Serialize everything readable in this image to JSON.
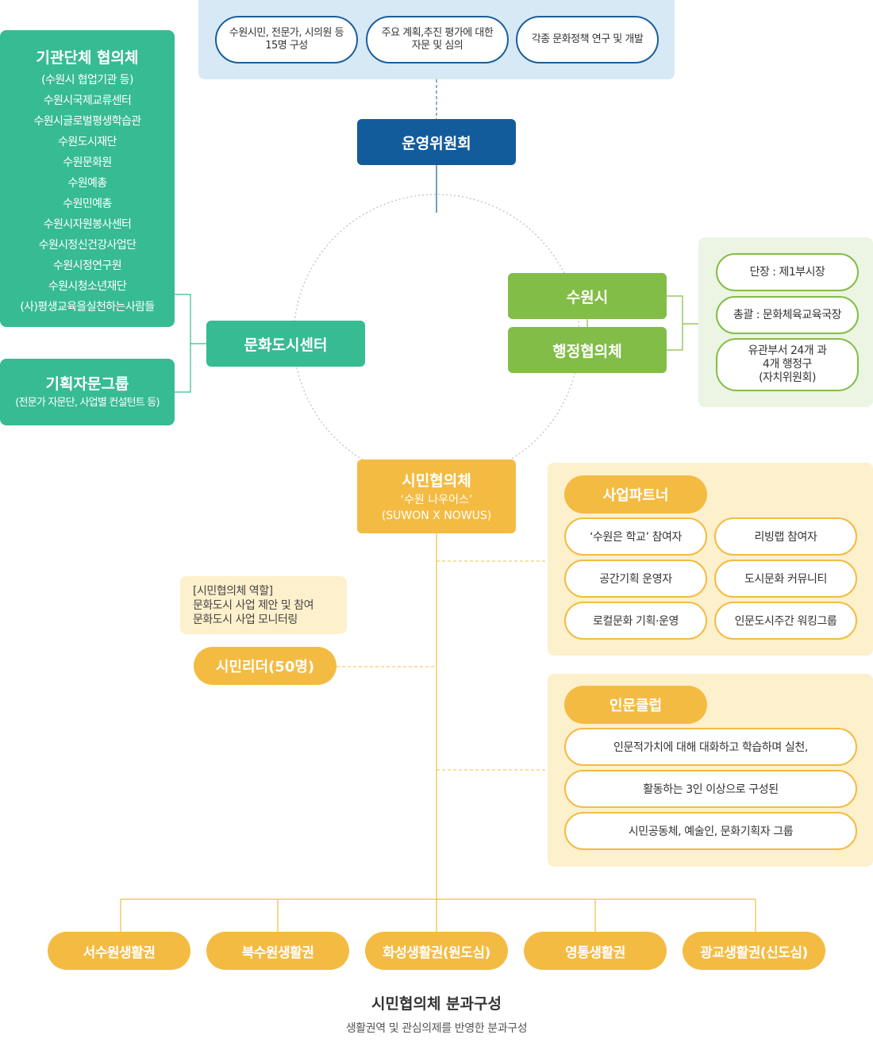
{
  "colors": {
    "navy": "#135c9c",
    "green": "#37bb93",
    "lime": "#82bd47",
    "yellow": "#f4bb43",
    "light_blue": "#d6e9f5",
    "light_green": "#ecf4e3",
    "light_yellow": "#fdf0cc"
  },
  "top_roles": [
    "수원시민, 전문가, 시의원 등\n15명 구성",
    "주요 계획,추진 평가에 대한\n자문 및 심의",
    "각종 문화정책 연구 및 개발"
  ],
  "committee": "운영위원회",
  "institutions": {
    "title": "기관단체 협의체",
    "items": [
      "(수원시 협업기관 등)",
      "수원시국제교류센터",
      "수원시글로벌평생학습관",
      "수원도시재단",
      "수원문화원",
      "수원예총",
      "수원민예총",
      "수원시자원봉사센터",
      "수원시정신건강사업단",
      "수원시정연구원",
      "수원시청소년재단",
      "(사)평생교육을실천하는사람들"
    ]
  },
  "planning_group": {
    "title": "기획자문그룹",
    "subtitle": "(전문가 자문단, 사업별 컨설턴트 등)"
  },
  "culture_center": "문화도시센터",
  "suwon_city": "수원시",
  "admin_council": "행정협의체",
  "admin_details": [
    "단장 : 제1부시장",
    "총괄 : 문화체육교육국장",
    "유관부서 24개 과\n4개 행정구\n(자치위원회)"
  ],
  "citizen_council": {
    "title": "시민협의체",
    "line1": "‘수원 나우어스’",
    "line2": "(SUWON X NOWUS)"
  },
  "citizen_role": {
    "heading": "[시민협의체 역할]",
    "lines": [
      "문화도시 사업 제안 및 참여",
      "문화도시 사업 모니터링"
    ]
  },
  "citizen_leader": "시민리더(50명)",
  "business_partner": {
    "title": "사업파트너",
    "items": [
      "‘수원은 학교’ 참여자",
      "리빙랩 참여자",
      "공간기획 운영자",
      "도시문화 커뮤니티",
      "로컬문화 기획·운영",
      "인문도시주간 워킹그룹"
    ]
  },
  "humanities_club": {
    "title": "인문클럽",
    "lines": [
      "인문적가치에 대해 대화하고 학습하며 실천,",
      "활동하는 3인 이상으로 구성된",
      "시민공동체, 예술인, 문화기획자 그룹"
    ]
  },
  "districts": [
    "서수원생활권",
    "북수원생활권",
    "화성생활권(원도심)",
    "영통생활권",
    "광교생활권(신도심)"
  ],
  "caption": {
    "title": "시민협의체 분과구성",
    "subtitle": "생활권역 및 관심의제를 반영한 분과구성"
  }
}
